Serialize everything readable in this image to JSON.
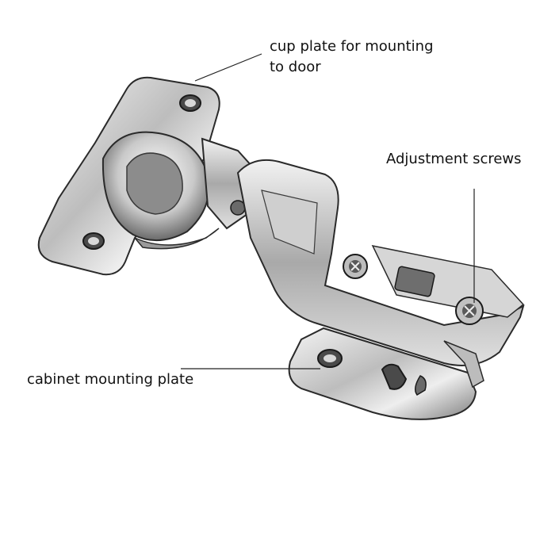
{
  "labels": {
    "cup_plate_line1": "cup plate for mounting",
    "cup_plate_line2": "to door",
    "adjustment_screws": "Adjustment screws",
    "cabinet_plate": "cabinet mounting plate"
  },
  "colors": {
    "metal_light": "#e8e8e8",
    "metal_mid": "#b7b7b7",
    "metal_dark": "#5a5a5a",
    "outline": "#2a2a2a",
    "leader": "#222222"
  }
}
